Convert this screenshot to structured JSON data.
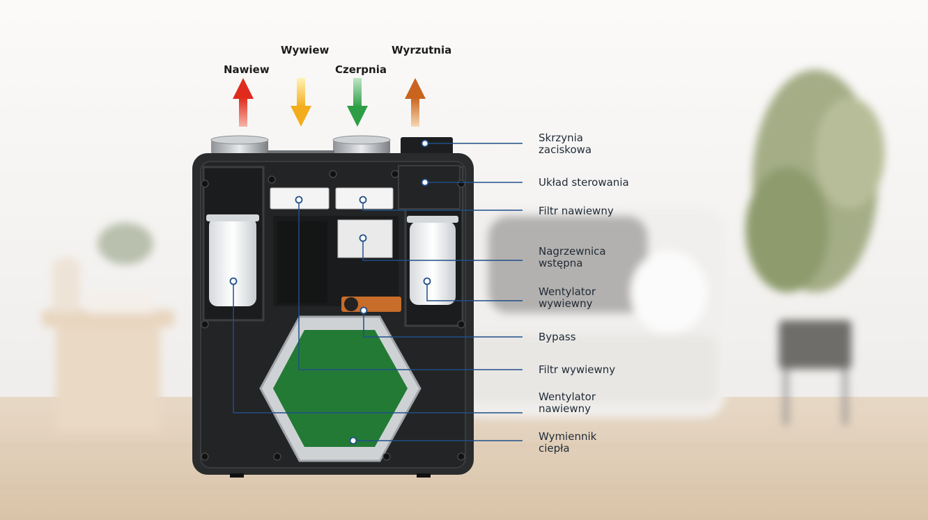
{
  "flows": [
    {
      "id": "nawiew",
      "label": "Nawiew",
      "color": "#e23a2e",
      "direction": "up"
    },
    {
      "id": "wywiew",
      "label": "Wywiew",
      "color": "#f5b82a",
      "direction": "down"
    },
    {
      "id": "czerpnia",
      "label": "Czerpnia",
      "color": "#3aa552",
      "direction": "down"
    },
    {
      "id": "wyrzutnia",
      "label": "Wyrzutnia",
      "color": "#d9772a",
      "direction": "up"
    }
  ],
  "components": [
    {
      "id": "skrzynia",
      "lines": [
        "Skrzynia",
        "zaciskowa"
      ]
    },
    {
      "id": "uklad",
      "lines": [
        "Układ sterowania"
      ]
    },
    {
      "id": "filtr-nawiewny",
      "lines": [
        "Filtr nawiewny"
      ]
    },
    {
      "id": "nagrzewnica",
      "lines": [
        "Nagrzewnica",
        "wstępna"
      ]
    },
    {
      "id": "went-wywiewny",
      "lines": [
        "Wentylator",
        "wywiewny"
      ]
    },
    {
      "id": "bypass",
      "lines": [
        "Bypass"
      ]
    },
    {
      "id": "filtr-wywiewny",
      "lines": [
        "Filtr wywiewny"
      ]
    },
    {
      "id": "went-nawiewny",
      "lines": [
        "Wentylator",
        "nawiewny"
      ]
    },
    {
      "id": "wymiennik",
      "lines": [
        "Wymiennik",
        "ciepła"
      ]
    }
  ],
  "colors": {
    "leader": "#1f4f8a",
    "exchanger": "#237a35",
    "housing": "#2a2b2c"
  }
}
